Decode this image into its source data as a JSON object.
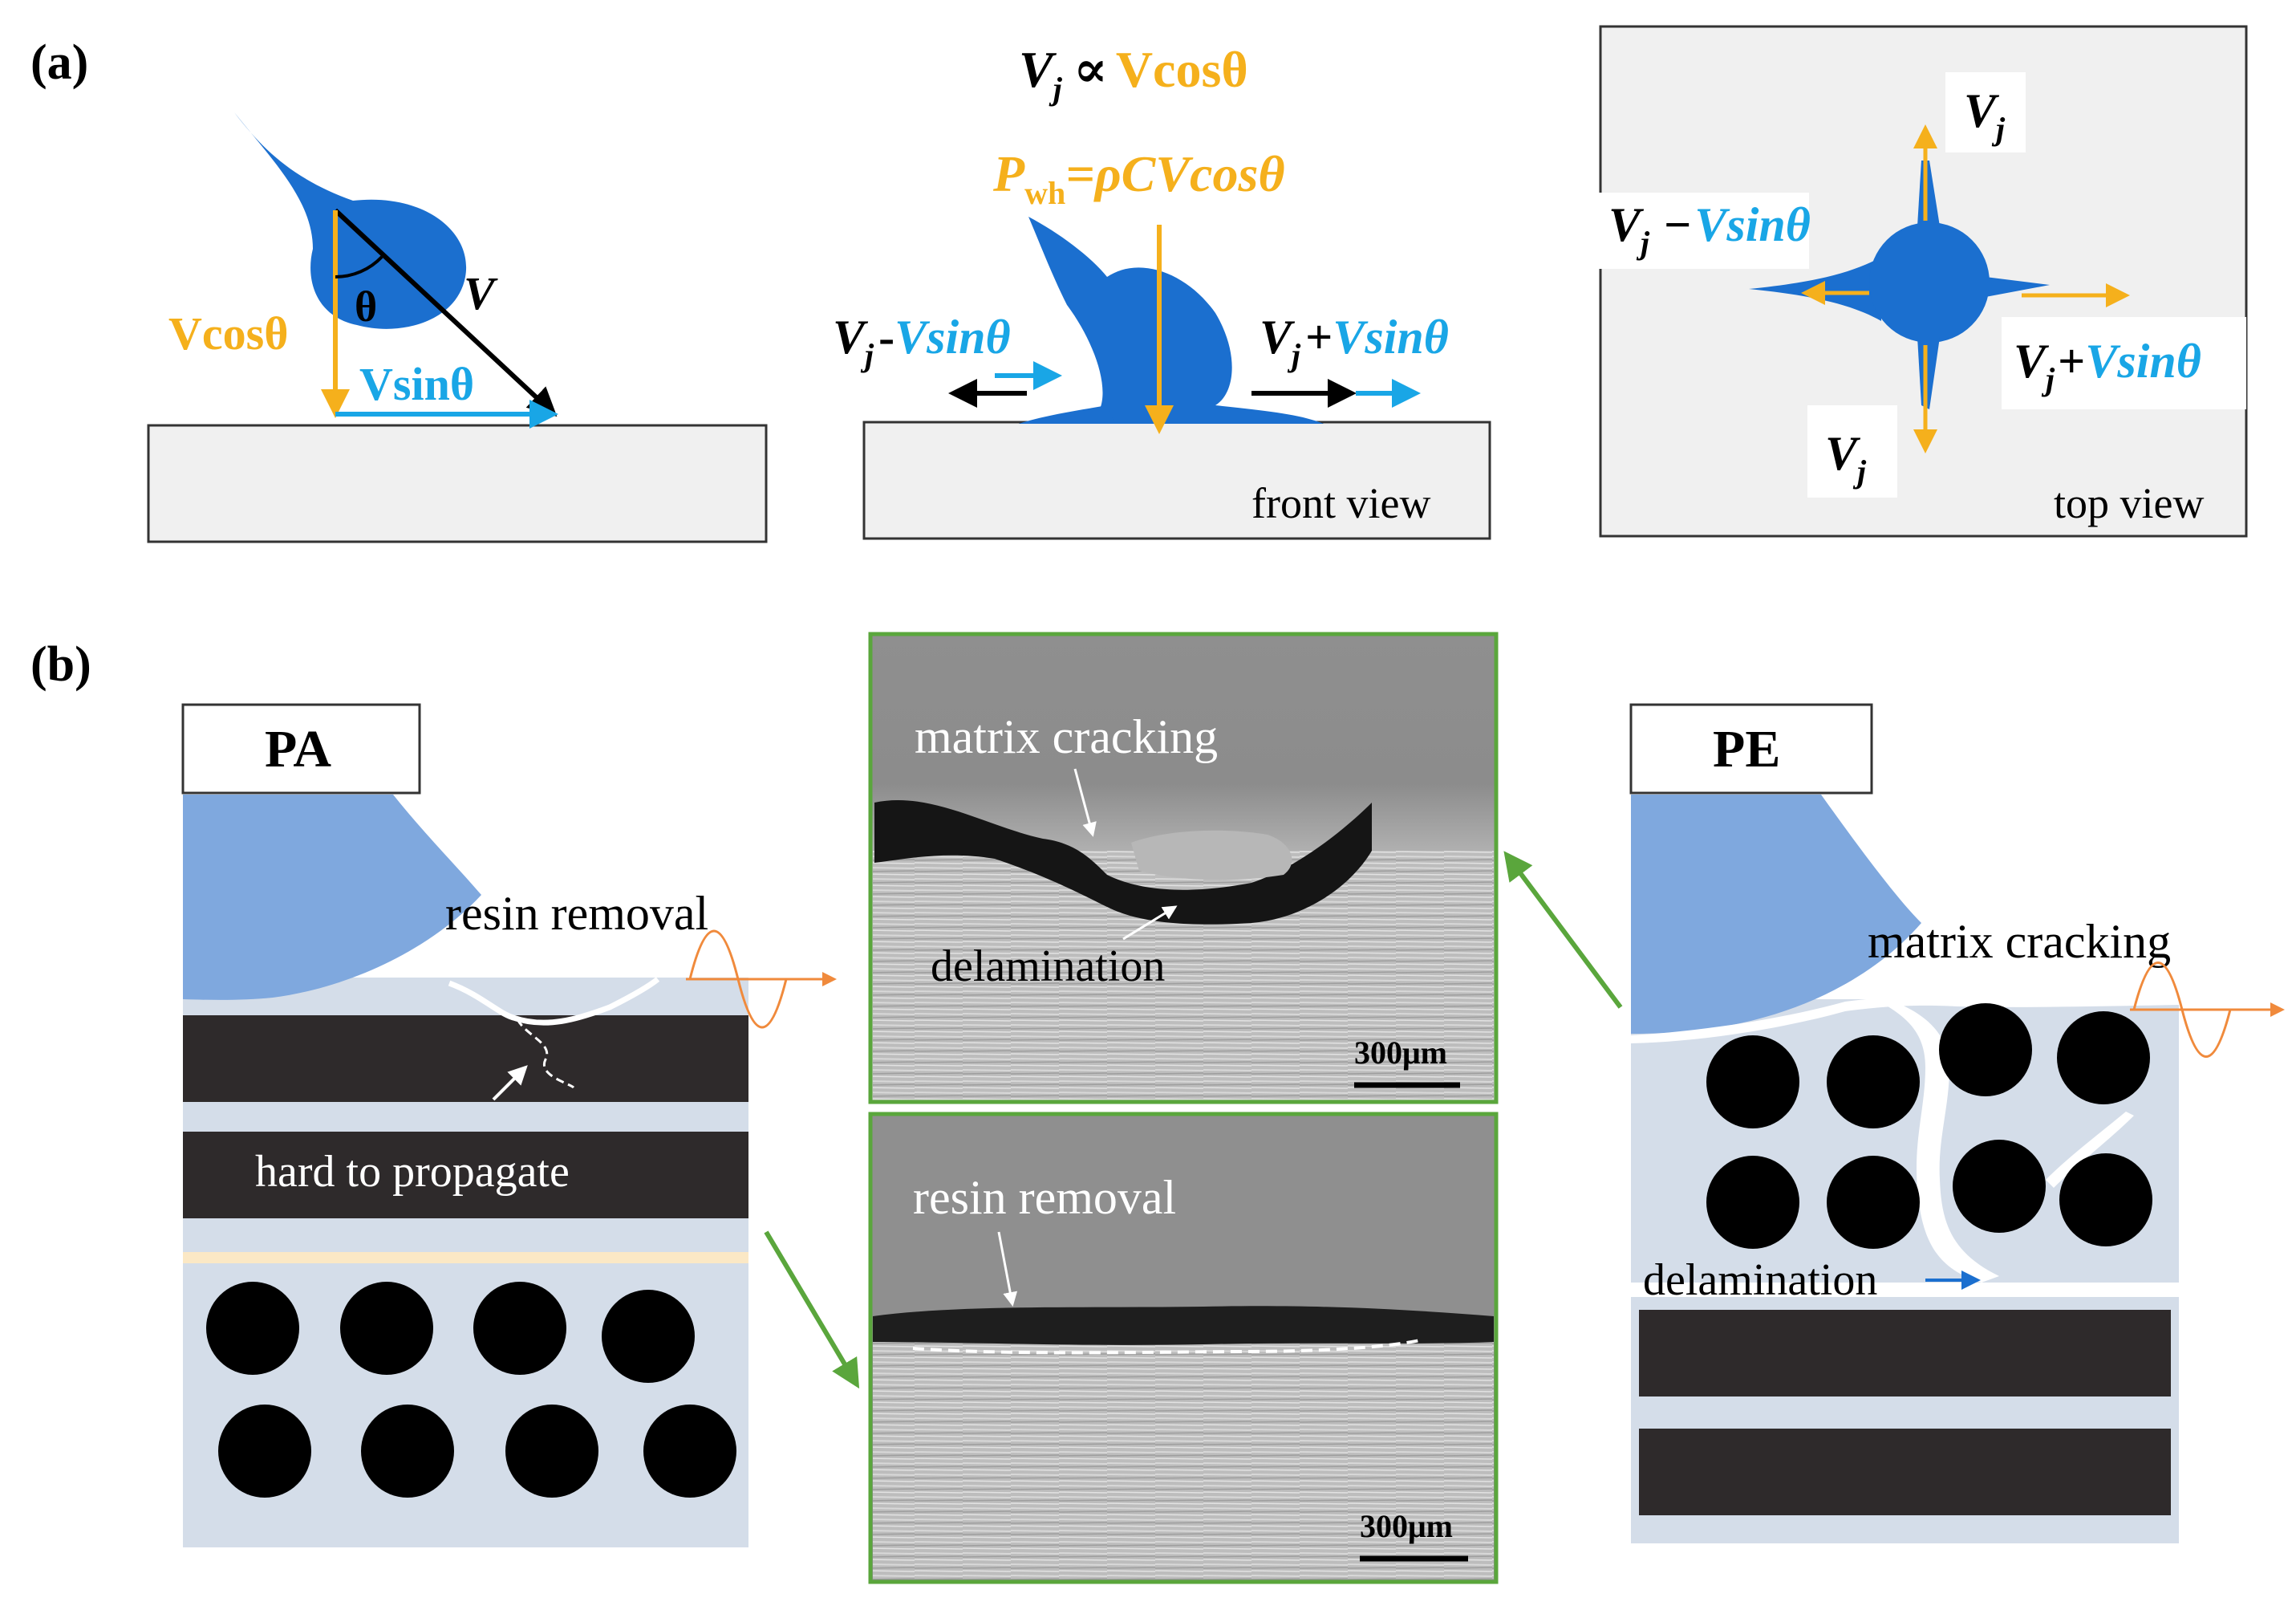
{
  "panel_a": {
    "label": "(a)",
    "inclined": {
      "v": "V",
      "theta": "θ",
      "vcos": "Vcosθ",
      "vsin": "Vsinθ"
    },
    "front": {
      "prop_lhs": "V",
      "prop_sub": "j",
      "prop_sym": "∝",
      "prop_rhs": "Vcosθ",
      "pwh_p": "P",
      "pwh_sub": "wh",
      "pwh_rhs": "=ρCVcosθ",
      "left_vj": "V",
      "left_sub": "j",
      "left_op": "-",
      "left_vsin": "Vsinθ",
      "right_vj": "V",
      "right_sub": "j",
      "right_op": "+",
      "right_vsin": "Vsinθ",
      "caption": "front view"
    },
    "top": {
      "top_vj": "V",
      "top_sub": "j",
      "bottom_vj": "V",
      "bottom_sub": "j",
      "left_vj": "V",
      "left_sub": "j",
      "left_op": "−",
      "left_vsin": "Vsinθ",
      "right_vj": "V",
      "right_sub": "j",
      "right_op": "+",
      "right_vsin": "Vsinθ",
      "caption": "top view"
    }
  },
  "panel_b": {
    "label": "(b)",
    "pa": {
      "title": "PA",
      "resin_removal": "resin removal",
      "hard_to_propagate": "hard to propagate"
    },
    "micro_top": {
      "matrix_cracking": "matrix cracking",
      "delamination": "delamination",
      "scale": "300μm"
    },
    "micro_bottom": {
      "resin_removal": "resin removal",
      "scale": "300μm"
    },
    "pe": {
      "title": "PE",
      "matrix_cracking": "matrix cracking",
      "delamination": "delamination"
    }
  },
  "colors": {
    "drop_blue": "#1b6fcf",
    "light_blue_drop": "#7fa8de",
    "orange": "#f5b01c",
    "cyan": "#19a6e6",
    "laminate_bg": "#d4dde9",
    "fiber_dark": "#2e2a2b",
    "green_frame": "#5aa63c",
    "wave_orange": "#f08a3c",
    "substrate": "#f0f0f0"
  }
}
